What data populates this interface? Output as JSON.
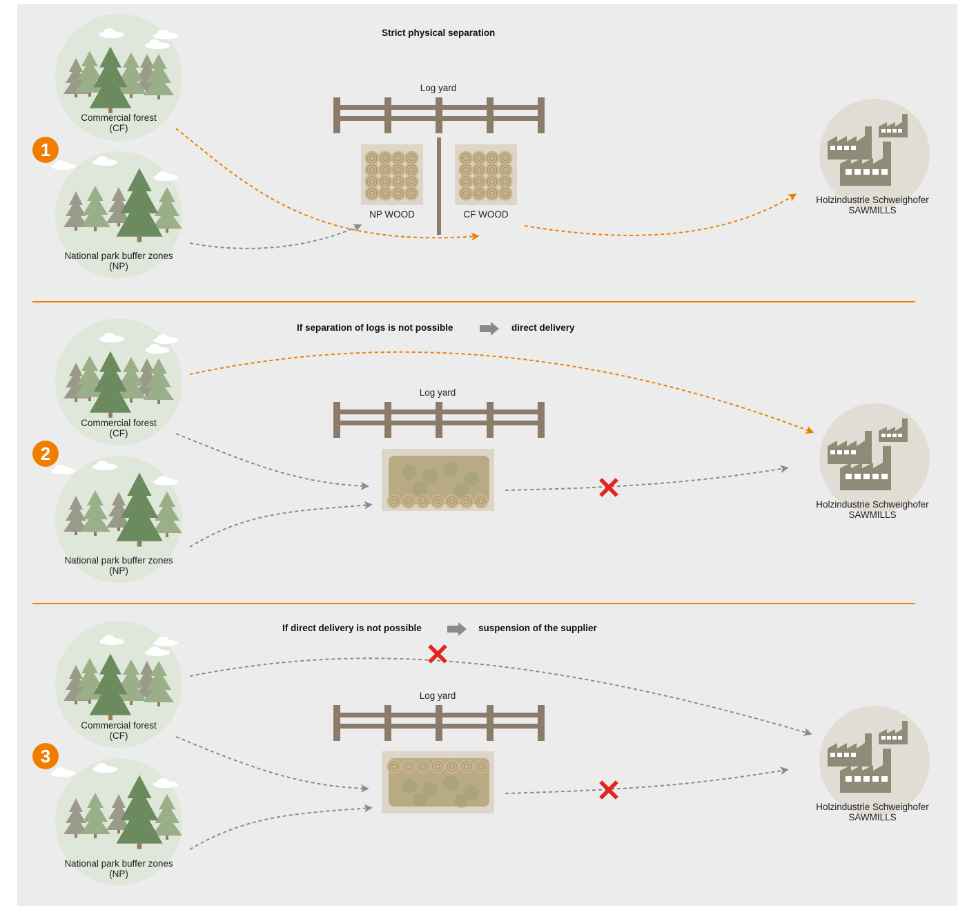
{
  "headings": {
    "s1": "Strict physical separation",
    "s2_left": "If separation of logs is not possible",
    "s2_right": "direct delivery",
    "s3_left": "If direct delivery is not possible",
    "s3_right": "suspension of the supplier"
  },
  "badges": [
    "1",
    "2",
    "3"
  ],
  "labels": {
    "cf_line1": "Commercial forest",
    "cf_line2": "(CF)",
    "np_line1": "National park buffer zones",
    "np_line2": "(NP)",
    "log_yard": "Log yard",
    "np_wood": "NP WOOD",
    "cf_wood": "CF WOOD",
    "sawmill_line1": "Holzindustrie Schweighofer",
    "sawmill_line2": "SAWMILLS"
  },
  "colors": {
    "orange": "#ef7d00",
    "grey_arrow": "#8a8a8a",
    "fence": "#8b7b6a",
    "x_red": "#e3251f",
    "tree_dark": "#6b8a5e",
    "tree_light": "#9aaf88",
    "tree_grey": "#9a9a8a",
    "forest_circle": "#dfe6da",
    "sawmill_circle": "#e1ddd4",
    "factory": "#8e8b78"
  },
  "icons": [
    "tree-icon",
    "cloud-icon",
    "fence-icon",
    "log-pile-icon",
    "factory-icon",
    "arrow-icon",
    "x-mark-icon"
  ]
}
